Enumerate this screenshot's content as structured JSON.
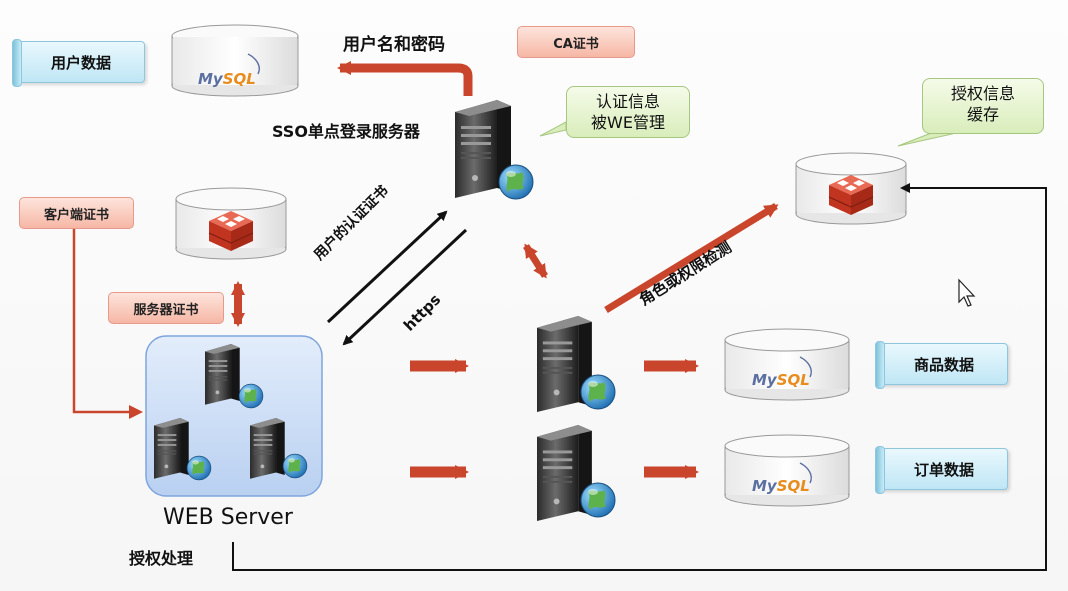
{
  "labels": {
    "user_data": "用户数据",
    "username_password": "用户名和密码",
    "ca_cert": "CA证书",
    "sso_server": "SSO单点登录服务器",
    "auth_info_line1": "认证信息",
    "auth_info_line2": "被WE管理",
    "auth_cache_line1": "授权信息",
    "auth_cache_line2": "缓存",
    "client_cert": "客户端证书",
    "server_cert": "服务器证书",
    "user_auth_cert": "用户的认证证书",
    "https": "https",
    "role_check": "角色或权限检测",
    "product_data": "商品数据",
    "order_data": "订单数据",
    "web_server": "WEB Server",
    "auth_processing": "授权处理"
  },
  "db_logo": {
    "my": "My",
    "sql": "SQL"
  },
  "colors": {
    "arrow_red": "#c9462c",
    "scroll_blue": "#bfe6f5",
    "cert_box": "#f6b7a5",
    "bubble_green": "#d9edbb",
    "cluster_blue": "#c9dcf5",
    "redis_red": "#d8412f"
  },
  "icons": [
    "server-icon",
    "globe-icon",
    "mysql-database-icon",
    "redis-cache-icon",
    "mouse-cursor-icon"
  ]
}
